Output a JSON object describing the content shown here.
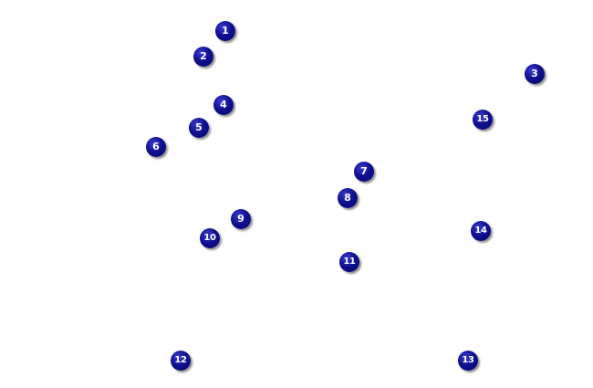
{
  "markers": [
    {
      "label": "1"
    },
    {
      "label": "2"
    },
    {
      "label": "3"
    },
    {
      "label": "4"
    },
    {
      "label": "5"
    },
    {
      "label": "6"
    },
    {
      "label": "7"
    },
    {
      "label": "8"
    },
    {
      "label": "9"
    },
    {
      "label": "10"
    },
    {
      "label": "11"
    },
    {
      "label": "12"
    },
    {
      "label": "13"
    },
    {
      "label": "14"
    },
    {
      "label": "15"
    }
  ],
  "colors": {
    "marker_fill": "#0a0a7a",
    "marker_text": "#ffffff",
    "background": "#ffffff"
  }
}
